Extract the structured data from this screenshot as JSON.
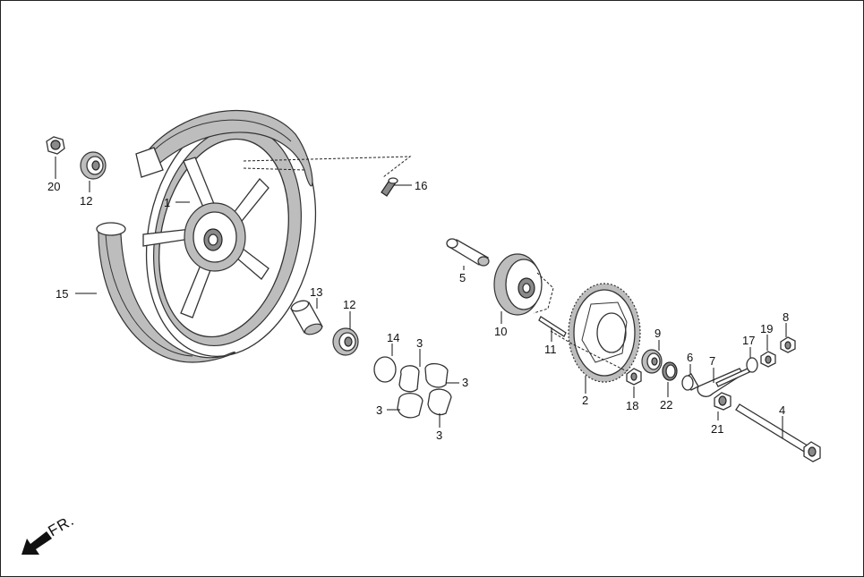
{
  "direction_label": "FR.",
  "callouts": [
    {
      "id": "c1",
      "text": "1"
    },
    {
      "id": "c2",
      "text": "2"
    },
    {
      "id": "c3a",
      "text": "3"
    },
    {
      "id": "c3b",
      "text": "3"
    },
    {
      "id": "c3c",
      "text": "3"
    },
    {
      "id": "c3d",
      "text": "3"
    },
    {
      "id": "c4",
      "text": "4"
    },
    {
      "id": "c5",
      "text": "5"
    },
    {
      "id": "c6",
      "text": "6"
    },
    {
      "id": "c7",
      "text": "7"
    },
    {
      "id": "c8",
      "text": "8"
    },
    {
      "id": "c9",
      "text": "9"
    },
    {
      "id": "c10",
      "text": "10"
    },
    {
      "id": "c11",
      "text": "11"
    },
    {
      "id": "c12a",
      "text": "12"
    },
    {
      "id": "c12b",
      "text": "12"
    },
    {
      "id": "c13",
      "text": "13"
    },
    {
      "id": "c14",
      "text": "14"
    },
    {
      "id": "c15",
      "text": "15"
    },
    {
      "id": "c16",
      "text": "16"
    },
    {
      "id": "c17",
      "text": "17"
    },
    {
      "id": "c18",
      "text": "18"
    },
    {
      "id": "c19",
      "text": "19"
    },
    {
      "id": "c20",
      "text": "20"
    },
    {
      "id": "c21",
      "text": "21"
    },
    {
      "id": "c22",
      "text": "22"
    }
  ]
}
